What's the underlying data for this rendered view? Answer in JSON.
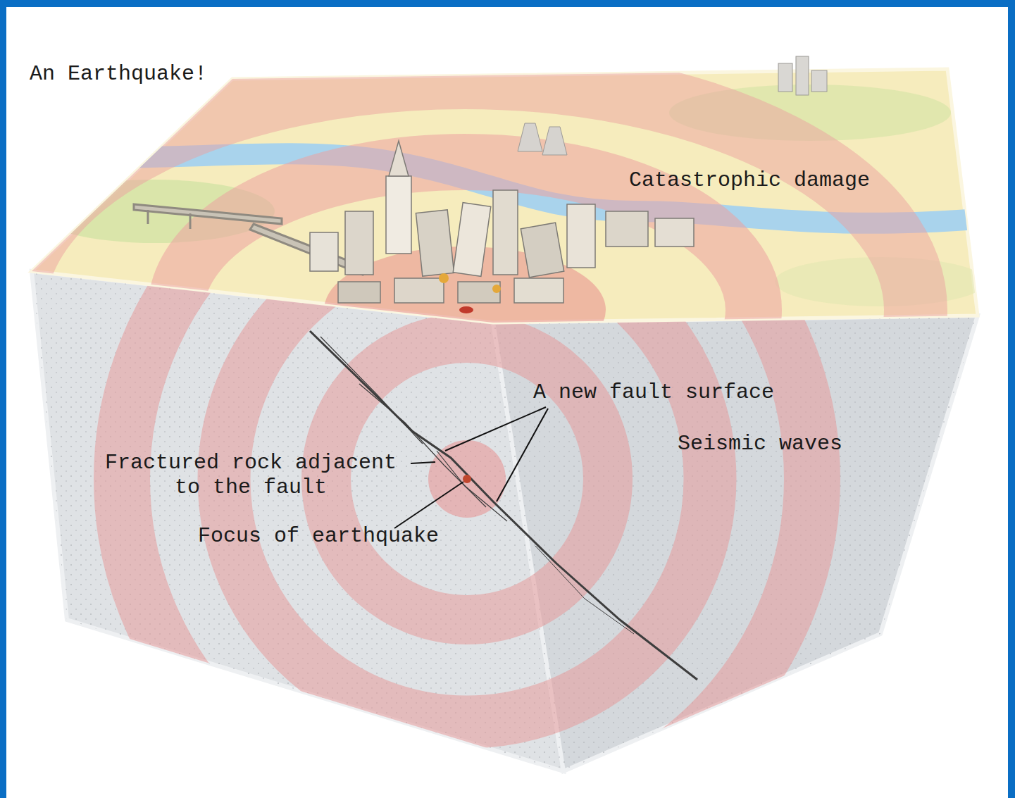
{
  "diagram": {
    "title": "An Earthquake!",
    "labels": [
      "Catastrophic damage",
      "A new fault surface",
      "Seismic waves",
      "Fractured rock adjacent to the fault",
      "Focus of earthquake"
    ]
  }
}
